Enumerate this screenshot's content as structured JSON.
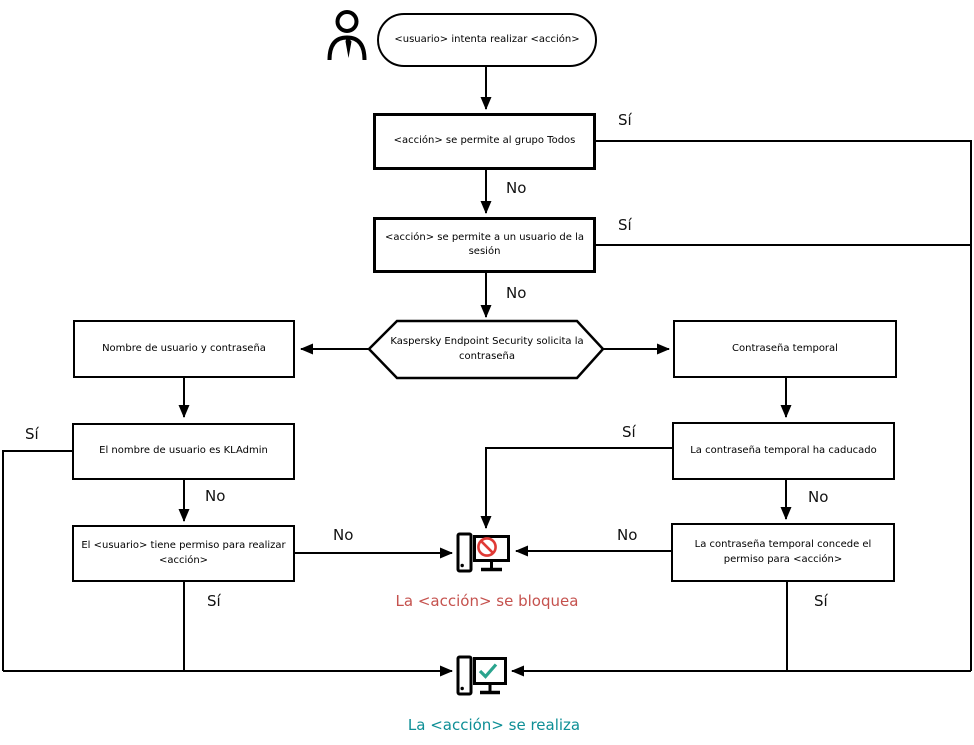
{
  "diagram": {
    "nodes": {
      "start": "<usuario> intenta realizar <acción>",
      "action_allowed_everyone": "<acción> se permite al grupo Todos",
      "action_allowed_session_user": "<acción> se permite a un usuario de la sesión",
      "kes_requests_password": "Kaspersky Endpoint Security solicita la contraseña",
      "username_and_password": "Nombre de usuario y contraseña",
      "temporary_password": "Contraseña temporal",
      "username_is_kladmin": "El nombre de usuario es KLAdmin",
      "user_has_permission": "El <usuario> tiene permiso para realizar <acción>",
      "temp_password_expired": "La contraseña temporal ha caducado",
      "temp_password_grants_permission": "La contraseña temporal concede el permiso para <acción>",
      "action_blocked": "La <acción> se bloquea",
      "action_performed": "La <acción> se realiza"
    },
    "labels": {
      "yes": "Sí",
      "no": "No"
    },
    "icons": {
      "user": "user-icon",
      "blocked": "blocked-computer-icon",
      "allowed": "allowed-computer-icon"
    },
    "colors": {
      "line": "#000000",
      "blocked_text": "#c5524e",
      "prohibit_sign": "#e03a36",
      "allowed_text": "#0e8f96",
      "check_mark": "#2aa48e",
      "background": "#ffffff"
    }
  }
}
